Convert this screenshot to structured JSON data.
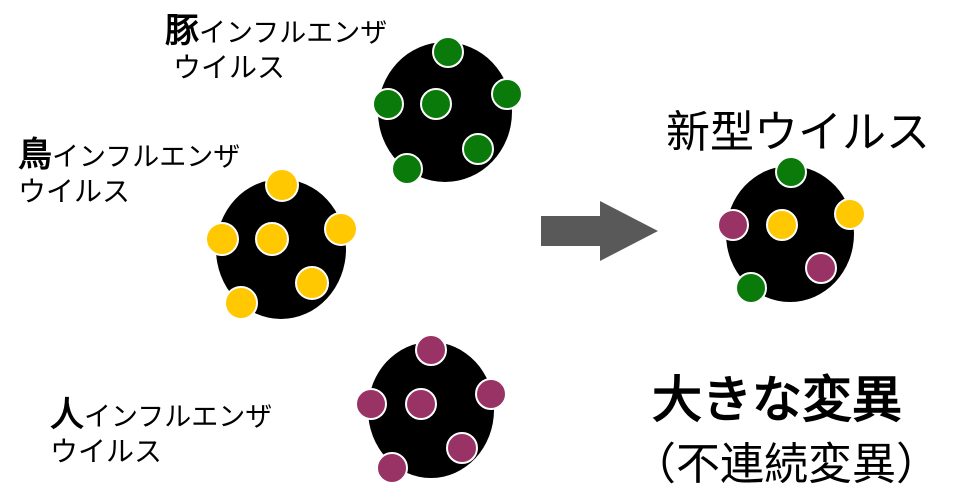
{
  "labels": {
    "swine": {
      "host": "豚",
      "kind": "インフルエンザ",
      "line2": "ウイルス"
    },
    "avian": {
      "host": "鳥",
      "kind": "インフルエンザ",
      "line2": "ウイルス"
    },
    "human": {
      "host": "人",
      "kind": "インフルエンザ",
      "line2": "ウイルス"
    }
  },
  "result": {
    "title": "新型ウイルス",
    "major_change": "大きな変異",
    "discontinuous": "（不連続変異）"
  },
  "colors": {
    "virion": "#000000",
    "swine_dot": "#0a7a0a",
    "avian_dot": "#ffc800",
    "human_dot": "#993366",
    "arrow": "#595959"
  }
}
